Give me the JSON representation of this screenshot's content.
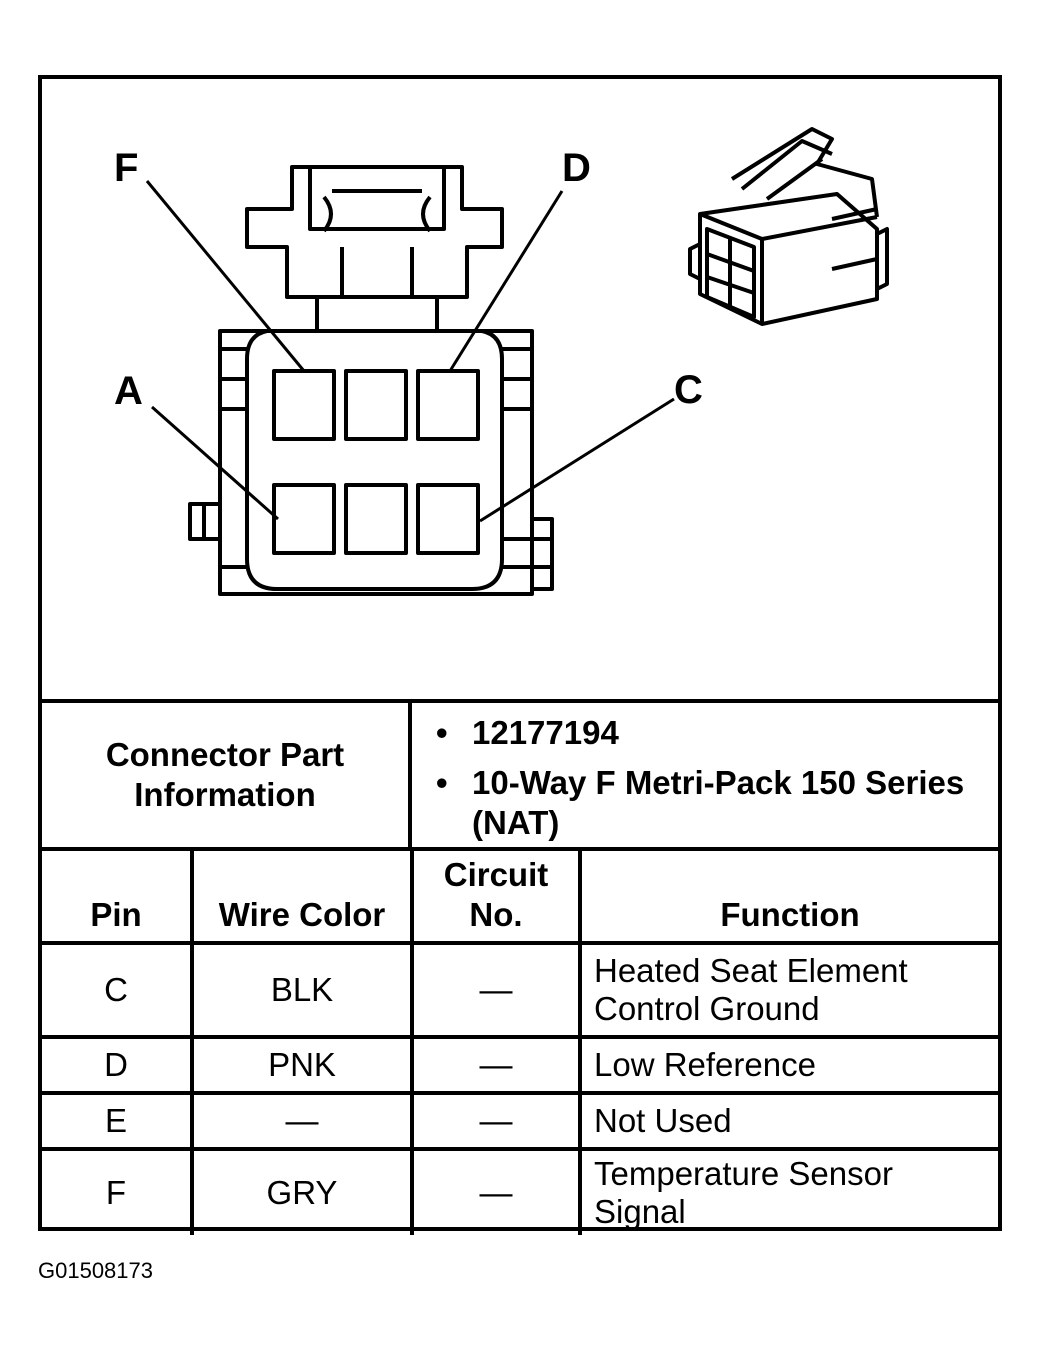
{
  "diagram": {
    "labels": {
      "F": "F",
      "D": "D",
      "A": "A",
      "C": "C"
    }
  },
  "connector_info": {
    "label": "Connector Part Information",
    "items": [
      "12177194",
      "10-Way F Metri-Pack 150 Series (NAT)"
    ],
    "bullet": "•"
  },
  "table": {
    "headers": {
      "pin": "Pin",
      "wire_color": "Wire Color",
      "circuit": "Circuit No.",
      "function": "Function"
    },
    "rows": [
      {
        "pin": "C",
        "wire_color": "BLK",
        "circuit": "—",
        "function": "Heated Seat Element Control Ground"
      },
      {
        "pin": "D",
        "wire_color": "PNK",
        "circuit": "—",
        "function": "Low Reference"
      },
      {
        "pin": "E",
        "wire_color": "—",
        "circuit": "—",
        "function": "Not Used"
      },
      {
        "pin": "F",
        "wire_color": "GRY",
        "circuit": "—",
        "function": "Temperature Sensor Signal"
      }
    ]
  },
  "figure_code": "G01508173"
}
